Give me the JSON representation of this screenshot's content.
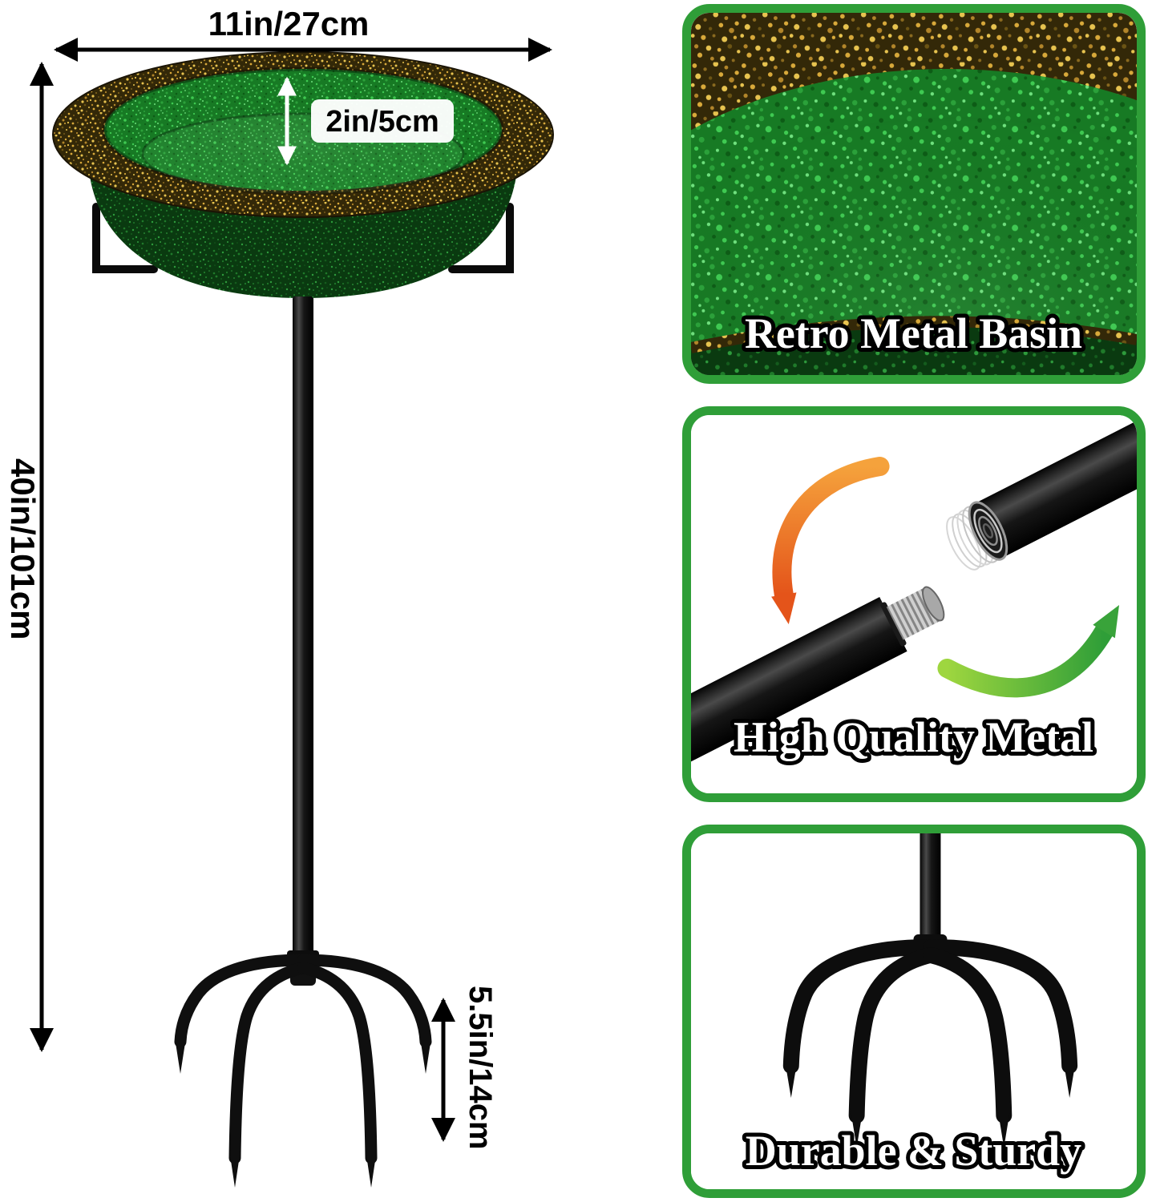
{
  "dimensions": {
    "width_label": "11in/27cm",
    "depth_label": "2in/5cm",
    "height_label": "40in/101cm",
    "stake_label": "5.5in/14cm"
  },
  "feature_panels": [
    {
      "caption": "Retro Metal Basin"
    },
    {
      "caption": "High Quality Metal"
    },
    {
      "caption": "Durable & Sturdy"
    }
  ],
  "colors": {
    "panel_border_green": "#2f9e38",
    "basin_green": "#177a24",
    "rim_gold": "#c79a2f",
    "metal_black": "#0d0d0d",
    "arrow_orange": "#e4541a",
    "arrow_green": "#39a33a"
  }
}
